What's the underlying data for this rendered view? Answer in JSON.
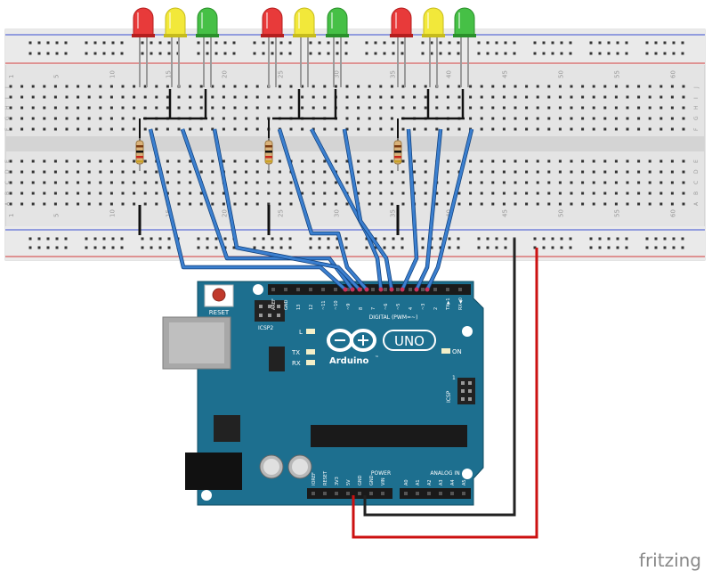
{
  "app": {
    "watermark": "fritzing"
  },
  "breadboard": {
    "column_numbers": [
      "1",
      "5",
      "10",
      "15",
      "20",
      "25",
      "30",
      "35",
      "40",
      "45",
      "50",
      "55",
      "60"
    ],
    "row_letters_top": [
      "J",
      "I",
      "H",
      "G",
      "F"
    ],
    "row_letters_bottom": [
      "E",
      "D",
      "C",
      "B",
      "A"
    ]
  },
  "leds": [
    {
      "group": 1,
      "color": "red"
    },
    {
      "group": 1,
      "color": "yellow"
    },
    {
      "group": 1,
      "color": "green"
    },
    {
      "group": 2,
      "color": "red"
    },
    {
      "group": 2,
      "color": "yellow"
    },
    {
      "group": 2,
      "color": "green"
    },
    {
      "group": 3,
      "color": "red"
    },
    {
      "group": 3,
      "color": "yellow"
    },
    {
      "group": 3,
      "color": "green"
    }
  ],
  "arduino": {
    "reset_label": "RESET",
    "icsp2_label": "ICSP2",
    "icsp_label": "ICSP",
    "icsp_one": "1",
    "brand": "Arduino",
    "tm": "™",
    "model": "UNO",
    "on_label": "ON",
    "led_l": "L",
    "led_tx": "TX",
    "led_rx": "RX",
    "digital_label": "DIGITAL (PWM=~)",
    "power_label": "POWER",
    "analog_label": "ANALOG IN",
    "digital_pins": [
      "AREF",
      "GND",
      "13",
      "12",
      "~11",
      "~10",
      "~9",
      "8",
      "7",
      "~6",
      "~5",
      "4",
      "~3",
      "2",
      "TX▶1",
      "RX◀0"
    ],
    "power_pins": [
      "IOREF",
      "RESET",
      "3V3",
      "5V",
      "GND",
      "GND",
      "VIN"
    ],
    "analog_pins": [
      "A0",
      "A1",
      "A2",
      "A3",
      "A4",
      "A5"
    ]
  },
  "colors": {
    "board": "#1d6f8f",
    "board_dark": "#145a73",
    "breadboard": "#e6e6e6",
    "wire_blue": "#3b7fcf",
    "wire_black": "#222222",
    "wire_red": "#cc1111",
    "rail_red": "#d23b3b",
    "rail_blue": "#3b4fd2",
    "hole_green": "#4ec24e"
  }
}
